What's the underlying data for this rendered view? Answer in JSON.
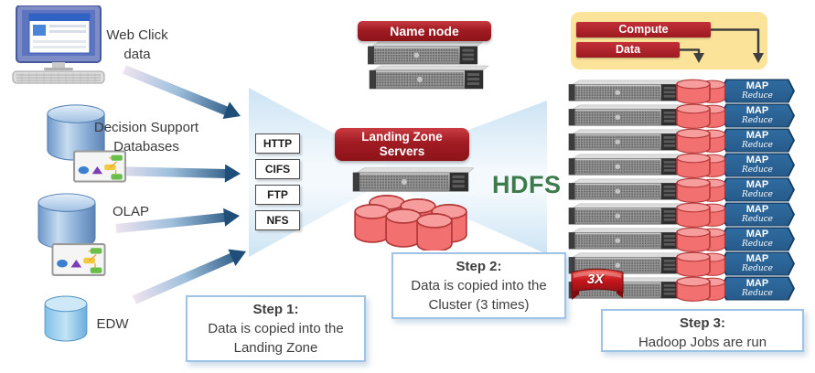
{
  "sources": [
    {
      "name": "web-click",
      "label_lines": [
        "Web Click",
        "data"
      ]
    },
    {
      "name": "decision-support",
      "label_lines": [
        "Decision Support",
        "Databases"
      ]
    },
    {
      "name": "olap",
      "label_lines": [
        "OLAP"
      ]
    },
    {
      "name": "edw",
      "label_lines": [
        "EDW"
      ]
    }
  ],
  "protocols": [
    "HTTP",
    "CIFS",
    "FTP",
    "NFS"
  ],
  "name_node": {
    "label": "Name node"
  },
  "landing_zone": {
    "lines": [
      "Landing Zone",
      "Servers"
    ]
  },
  "hdfs_label": "HDFS",
  "legend": {
    "compute_label": "Compute",
    "data_label": "Data"
  },
  "cluster": {
    "node_count": 9,
    "map_label": "MAP",
    "reduce_label": "Reduce",
    "replication_badge": "3X"
  },
  "steps": [
    {
      "title": "Step 1:",
      "lines": [
        "Data is copied into the",
        "Landing Zone"
      ]
    },
    {
      "title": "Step 2:",
      "lines": [
        "Data is copied into the",
        "Cluster (3 times)"
      ]
    },
    {
      "title": "Step 3:",
      "lines": [
        "Hadoop Jobs are run"
      ]
    }
  ],
  "colors": {
    "accent_red": "#a01b22",
    "cluster_blue": "#2a6294",
    "legend_yellow": "#fbe49a",
    "funnel_blue": "#cde4f4",
    "hdfs_green": "#3e7b4c",
    "step_border_blue": "#9dc3e6",
    "arrow_dark_blue": "#1f4e79",
    "disk_red": "#f37070"
  }
}
